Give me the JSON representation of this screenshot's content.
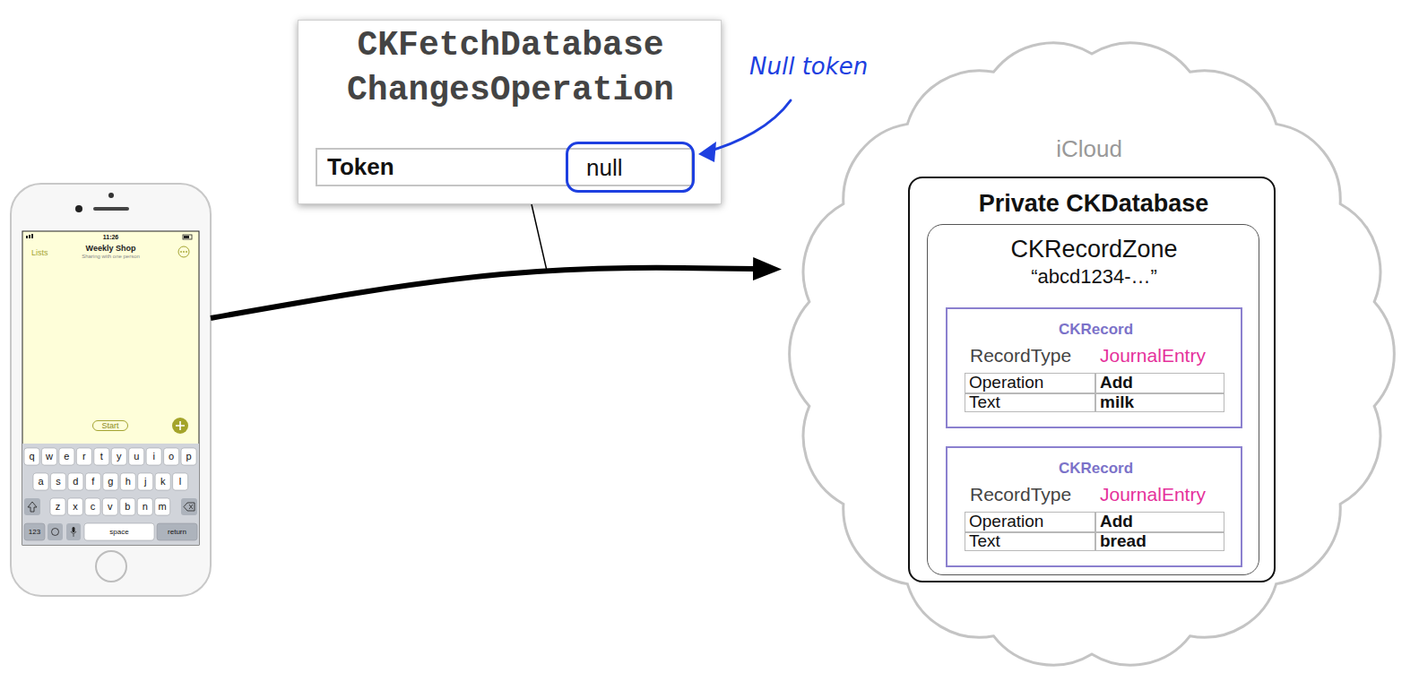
{
  "diagram": {
    "nodes": [
      {
        "text": [
          "11:26",
          "Lists",
          "Weekly Shop",
          "Sharing with one person",
          "Start"
        ]
      },
      {
        "text": [
          "CKFetchDatabase ChangesOperation"
        ]
      },
      {
        "text": [
          "Token"
        ],
        "in": 1
      },
      {
        "text": [
          "null"
        ],
        "in": 2
      },
      {
        "text": [
          "iCloud"
        ]
      },
      {
        "text": [
          "Private CKDatabase"
        ],
        "in": 4
      },
      {
        "text": [
          "CKRecordZone",
          "“abcd1234-…”"
        ],
        "in": 5
      },
      {
        "text": [
          "CKRecord",
          "RecordType",
          "JournalEntry",
          "Operation",
          "Add",
          "Text",
          "milk"
        ],
        "in": 6
      },
      {
        "text": [
          "CKRecord",
          "RecordType",
          "JournalEntry",
          "Operation",
          "Add",
          "Text",
          "bread"
        ],
        "in": 6
      }
    ],
    "edges": [
      {
        "from": 0,
        "to": 4,
        "arrow": "to"
      }
    ],
    "labels": [
      "Null token",
      "q",
      "w",
      "e",
      "r",
      "t",
      "y",
      "u",
      "i",
      "o",
      "p",
      "a",
      "s",
      "d",
      "f",
      "g",
      "h",
      "j",
      "k",
      "l",
      "z",
      "x",
      "c",
      "v",
      "b",
      "n",
      "m",
      "123",
      "space",
      "return"
    ]
  }
}
